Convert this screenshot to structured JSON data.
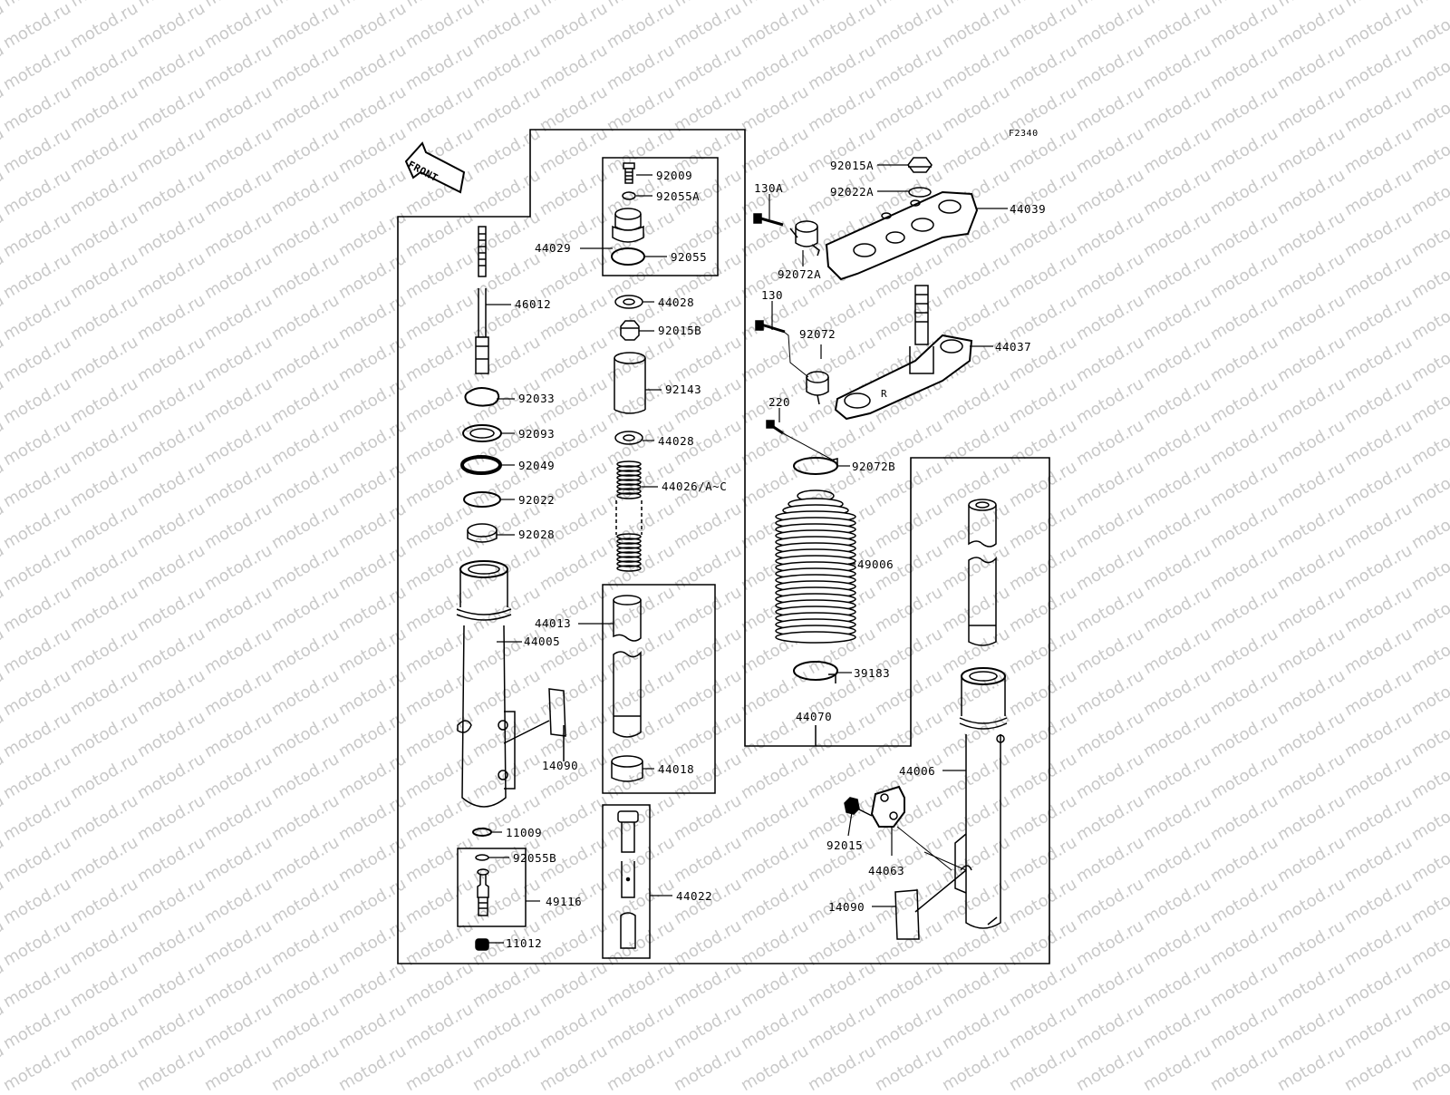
{
  "figure_code": "F2340",
  "front_label": "FRONT",
  "watermark": "motod.ru",
  "parts": {
    "p92009": "92009",
    "p92055A": "92055A",
    "p44029": "44029",
    "p92055": "92055",
    "p44028a": "44028",
    "p92015B": "92015B",
    "p92143": "92143",
    "p44028b": "44028",
    "p44026": "44026/A~C",
    "p44013": "44013",
    "p44018": "44018",
    "p44022": "44022",
    "p46012": "46012",
    "p92033": "92033",
    "p92093": "92093",
    "p92049": "92049",
    "p92022": "92022",
    "p92028": "92028",
    "p44005": "44005",
    "p14090a": "14090",
    "p11009": "11009",
    "p92055B": "92055B",
    "p49116": "49116",
    "p11012": "11012",
    "p92015A": "92015A",
    "p92022A": "92022A",
    "p44039": "44039",
    "p130A": "130A",
    "p92072A": "92072A",
    "p130": "130",
    "p92072": "92072",
    "p44037": "44037",
    "p220": "220",
    "p92072B": "92072B",
    "p49006": "49006",
    "p39183": "39183",
    "p44070": "44070",
    "p44006": "44006",
    "p92015": "92015",
    "p44063": "44063",
    "p14090b": "14090"
  }
}
